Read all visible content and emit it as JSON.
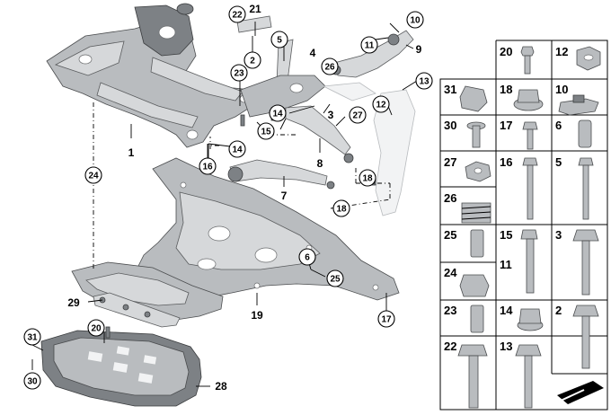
{
  "callouts": {
    "c22": "22",
    "c21": "21",
    "c2": "2",
    "c23": "23",
    "c5": "5",
    "c4": "4",
    "c10": "10",
    "c11": "11",
    "c9": "9",
    "c26": "26",
    "c13": "13",
    "c12": "12",
    "c14a": "14",
    "c3": "3",
    "c15": "15",
    "c27": "27",
    "c1": "1",
    "c14b": "14",
    "c16": "16",
    "c8": "8",
    "c18a": "18",
    "c7": "7",
    "c18b": "18",
    "c24": "24",
    "c6": "6",
    "c25": "25",
    "c29": "29",
    "c20": "20",
    "c19": "19",
    "c17": "17",
    "c31": "31",
    "c30": "30",
    "c28": "28"
  },
  "parts_grid": {
    "cells": [
      "20",
      "12",
      "31",
      "18",
      "10",
      "30",
      "17",
      "6",
      "27",
      "16",
      "5",
      "26",
      "25",
      "15",
      "3",
      "11",
      "24",
      "23",
      "14",
      "2",
      "22",
      "13"
    ]
  },
  "colors": {
    "part_fill": "#b9bcbf",
    "part_dark": "#7d8185",
    "outline": "#000000"
  },
  "icons": {
    "corner_badge": "arrow-badge-icon"
  }
}
